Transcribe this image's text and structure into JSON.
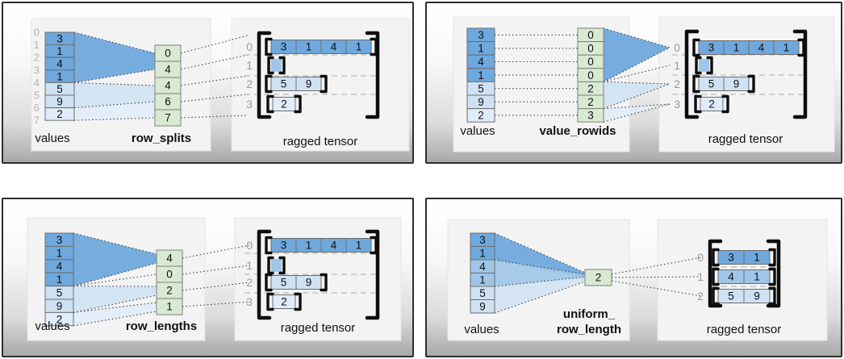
{
  "colors": {
    "dark": "#6fa8dc",
    "medium": "#9fc5e8",
    "light": "#cfe2f3",
    "lighter": "#e0ecf9",
    "green": "#d9ead3",
    "cell_border": "#6e6e6e",
    "index_gray": "#b5b5b5",
    "row_label_gray": "#9a9a9a",
    "bracket_black": "#0d0d0d"
  },
  "panels": [
    {
      "name": "row_splits",
      "values_label": "values",
      "param_label": "row_splits",
      "tensor_label": "ragged tensor",
      "value_indices": [
        "0",
        "1",
        "2",
        "3",
        "4",
        "5",
        "6",
        "7"
      ],
      "values": [
        {
          "v": "3",
          "shade": "dark"
        },
        {
          "v": "1",
          "shade": "dark"
        },
        {
          "v": "4",
          "shade": "dark"
        },
        {
          "v": "1",
          "shade": "dark"
        },
        {
          "v": "5",
          "shade": "light"
        },
        {
          "v": "9",
          "shade": "light"
        },
        {
          "v": "2",
          "shade": "lighter"
        }
      ],
      "param": [
        "0",
        "4",
        "4",
        "6",
        "7"
      ],
      "tensor_rows": [
        {
          "index": "0",
          "cells": [
            {
              "v": "3",
              "shade": "dark"
            },
            {
              "v": "1",
              "shade": "dark"
            },
            {
              "v": "4",
              "shade": "dark"
            },
            {
              "v": "1",
              "shade": "dark"
            }
          ]
        },
        {
          "index": "1",
          "empty": true,
          "cells": []
        },
        {
          "index": "2",
          "cells": [
            {
              "v": "5",
              "shade": "light"
            },
            {
              "v": "9",
              "shade": "light"
            }
          ]
        },
        {
          "index": "3",
          "cells": [
            {
              "v": "2",
              "shade": "lighter"
            }
          ]
        }
      ]
    },
    {
      "name": "value_rowids",
      "values_label": "values",
      "param_label": "value_rowids",
      "tensor_label": "ragged tensor",
      "values": [
        {
          "v": "3",
          "shade": "dark"
        },
        {
          "v": "1",
          "shade": "dark"
        },
        {
          "v": "4",
          "shade": "dark"
        },
        {
          "v": "1",
          "shade": "dark"
        },
        {
          "v": "5",
          "shade": "light"
        },
        {
          "v": "9",
          "shade": "light"
        },
        {
          "v": "2",
          "shade": "lighter"
        }
      ],
      "param": [
        "0",
        "0",
        "0",
        "0",
        "2",
        "2",
        "3"
      ],
      "tensor_rows": [
        {
          "index": "0",
          "cells": [
            {
              "v": "3",
              "shade": "dark"
            },
            {
              "v": "1",
              "shade": "dark"
            },
            {
              "v": "4",
              "shade": "dark"
            },
            {
              "v": "1",
              "shade": "dark"
            }
          ]
        },
        {
          "index": "1",
          "empty": true,
          "cells": []
        },
        {
          "index": "2",
          "cells": [
            {
              "v": "5",
              "shade": "light"
            },
            {
              "v": "9",
              "shade": "light"
            }
          ]
        },
        {
          "index": "3",
          "cells": [
            {
              "v": "2",
              "shade": "lighter"
            }
          ]
        }
      ]
    },
    {
      "name": "row_lengths",
      "values_label": "values",
      "param_label": "row_lengths",
      "tensor_label": "ragged tensor",
      "values": [
        {
          "v": "3",
          "shade": "dark"
        },
        {
          "v": "1",
          "shade": "dark"
        },
        {
          "v": "4",
          "shade": "dark"
        },
        {
          "v": "1",
          "shade": "dark"
        },
        {
          "v": "5",
          "shade": "light"
        },
        {
          "v": "9",
          "shade": "light"
        },
        {
          "v": "2",
          "shade": "lighter"
        }
      ],
      "param": [
        "4",
        "0",
        "2",
        "1"
      ],
      "tensor_rows": [
        {
          "index": "0",
          "cells": [
            {
              "v": "3",
              "shade": "dark"
            },
            {
              "v": "1",
              "shade": "dark"
            },
            {
              "v": "4",
              "shade": "dark"
            },
            {
              "v": "1",
              "shade": "dark"
            }
          ]
        },
        {
          "index": "1",
          "empty": true,
          "cells": []
        },
        {
          "index": "2",
          "cells": [
            {
              "v": "5",
              "shade": "light"
            },
            {
              "v": "9",
              "shade": "light"
            }
          ]
        },
        {
          "index": "3",
          "cells": [
            {
              "v": "2",
              "shade": "lighter"
            }
          ]
        }
      ]
    },
    {
      "name": "uniform_row_length",
      "values_label": "values",
      "param_label": "uniform_",
      "param_label_line2": "row_length",
      "tensor_label": "ragged tensor",
      "values": [
        {
          "v": "3",
          "shade": "dark"
        },
        {
          "v": "1",
          "shade": "dark"
        },
        {
          "v": "4",
          "shade": "medium"
        },
        {
          "v": "1",
          "shade": "medium"
        },
        {
          "v": "5",
          "shade": "light"
        },
        {
          "v": "9",
          "shade": "light"
        }
      ],
      "param": [
        "2"
      ],
      "tensor_rows": [
        {
          "index": "0",
          "cells": [
            {
              "v": "3",
              "shade": "dark"
            },
            {
              "v": "1",
              "shade": "dark"
            }
          ]
        },
        {
          "index": "1",
          "cells": [
            {
              "v": "4",
              "shade": "medium"
            },
            {
              "v": "1",
              "shade": "medium"
            }
          ]
        },
        {
          "index": "2",
          "cells": [
            {
              "v": "5",
              "shade": "light"
            },
            {
              "v": "9",
              "shade": "light"
            }
          ]
        }
      ]
    }
  ]
}
